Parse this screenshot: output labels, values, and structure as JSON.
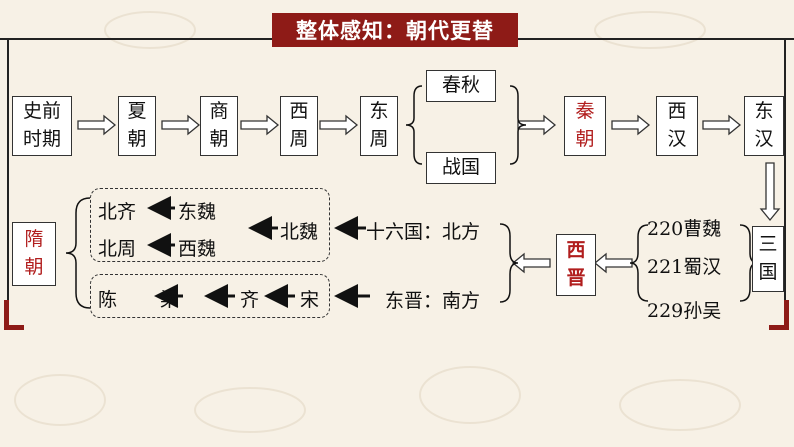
{
  "title": "整体感知：朝代更替",
  "row1": {
    "prehistory": "史前时期",
    "xia": "夏朝",
    "shang": "商朝",
    "western_zhou": "西周",
    "eastern_zhou": "东周",
    "spring_autumn": "春秋",
    "warring_states": "战国",
    "qin": "秦朝",
    "western_han": "西汉",
    "eastern_han": "东汉"
  },
  "three_kingdoms": {
    "label": "三国",
    "wei": "220曹魏",
    "shu": "221蜀汉",
    "wu": "229孙吴"
  },
  "jin": "西晋",
  "north": {
    "label": "十六国：北方",
    "bei_wei": "北魏",
    "dong_wei": "东魏",
    "xi_wei": "西魏",
    "bei_qi": "北齐",
    "bei_zhou": "北周"
  },
  "south": {
    "label": "东晋：南方",
    "song": "宋",
    "qi": "齐",
    "liang": "梁",
    "chen": "陈"
  },
  "sui": "隋朝",
  "colors": {
    "accent": "#8e1b17",
    "highlight_text": "#b11e1e"
  }
}
